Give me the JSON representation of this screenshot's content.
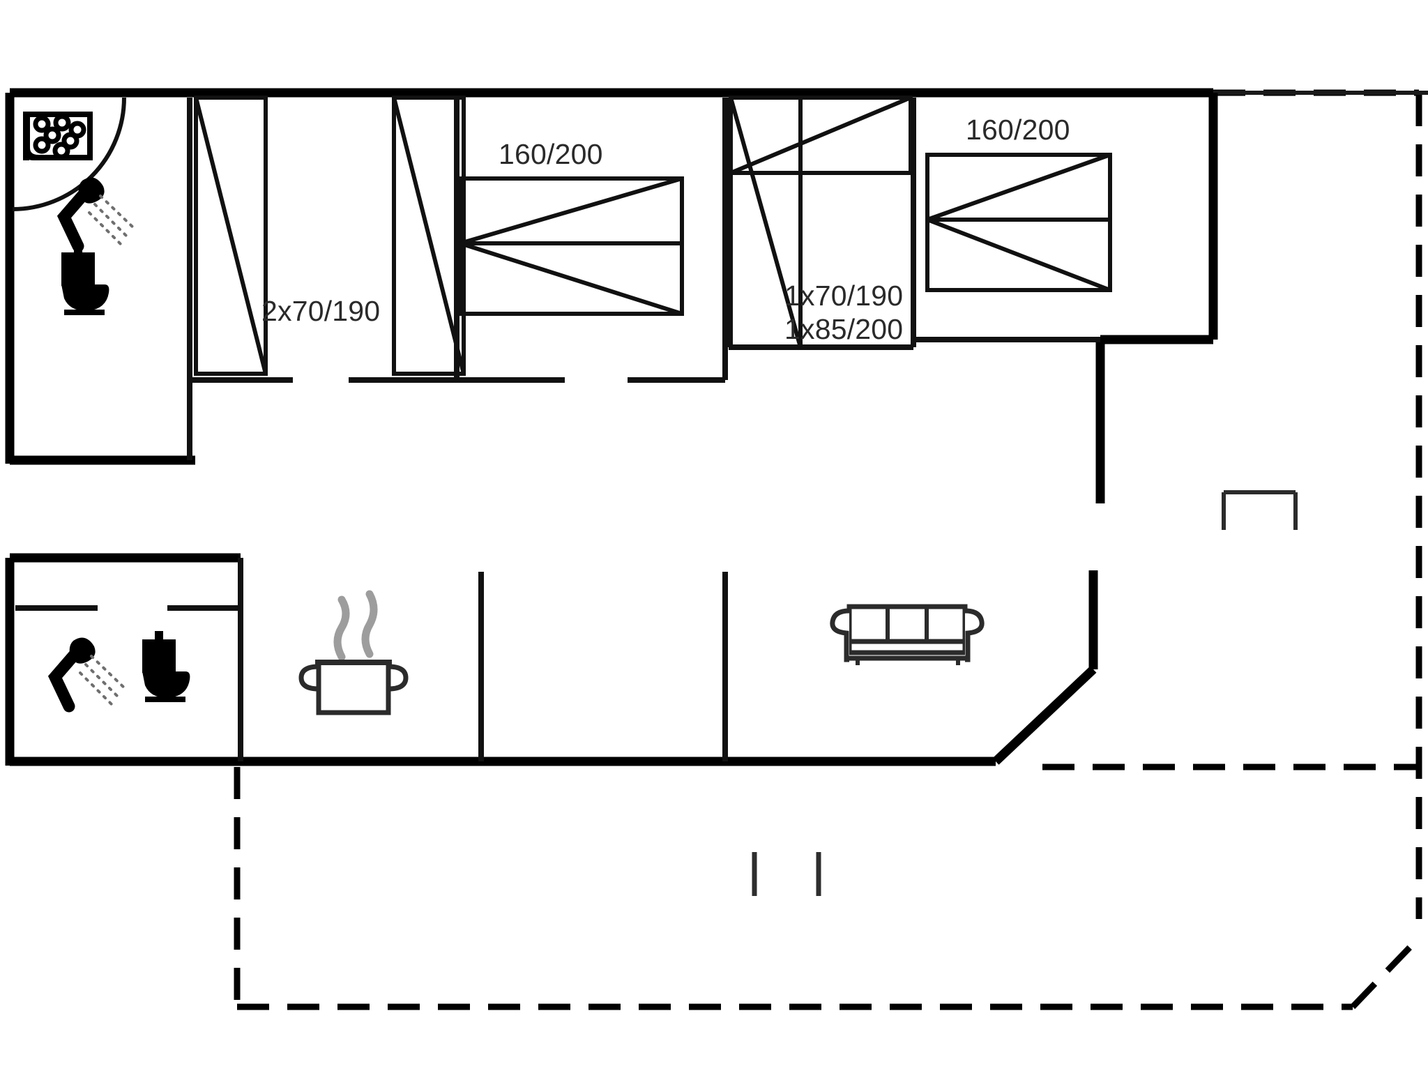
{
  "document": {
    "type": "floor-plan",
    "title": "Holiday house floor plan",
    "background_color": "#ffffff",
    "line_color": "#000000"
  },
  "labels": {
    "bedroom_1_beds": "2x70/190",
    "bedroom_2_bed": "160/200",
    "bedroom_3_beds_line1": "1x70/190",
    "bedroom_3_beds_line2": "1x85/200",
    "bedroom_4_bed": "160/200"
  },
  "icons": {
    "washing_machine": "washing-machine-icon",
    "shower_top": "shower-icon",
    "toilet_top": "toilet-icon",
    "shower_bottom": "shower-icon",
    "toilet_bottom": "toilet-icon",
    "cooking_pot": "cooking-pot-icon",
    "sofa": "sofa-icon"
  },
  "rooms": [
    {
      "name": "bathroom-upper-left",
      "features": [
        "washing-machine",
        "shower",
        "toilet",
        "door-swing"
      ]
    },
    {
      "name": "bedroom-twin-single",
      "features": [
        "2 single beds"
      ],
      "bed_label": "2x70/190"
    },
    {
      "name": "bedroom-double-left",
      "features": [
        "double bed"
      ],
      "bed_label": "160/200"
    },
    {
      "name": "bedroom-mixed",
      "features": [
        "single bed",
        "single bed"
      ],
      "bed_label_1": "1x70/190",
      "bed_label_2": "1x85/200"
    },
    {
      "name": "bedroom-double-right",
      "features": [
        "double bed"
      ],
      "bed_label": "160/200"
    },
    {
      "name": "bathroom-lower-left",
      "features": [
        "shower",
        "toilet"
      ]
    },
    {
      "name": "kitchen",
      "features": [
        "cooking pot"
      ]
    },
    {
      "name": "living-room",
      "features": [
        "sofa"
      ]
    },
    {
      "name": "terrace",
      "features": [
        "dashed outline"
      ]
    }
  ],
  "colors": {
    "wall": "#000000",
    "furniture": "#111111",
    "steam": "#9d9d9d",
    "text": "#2a2a2a"
  }
}
